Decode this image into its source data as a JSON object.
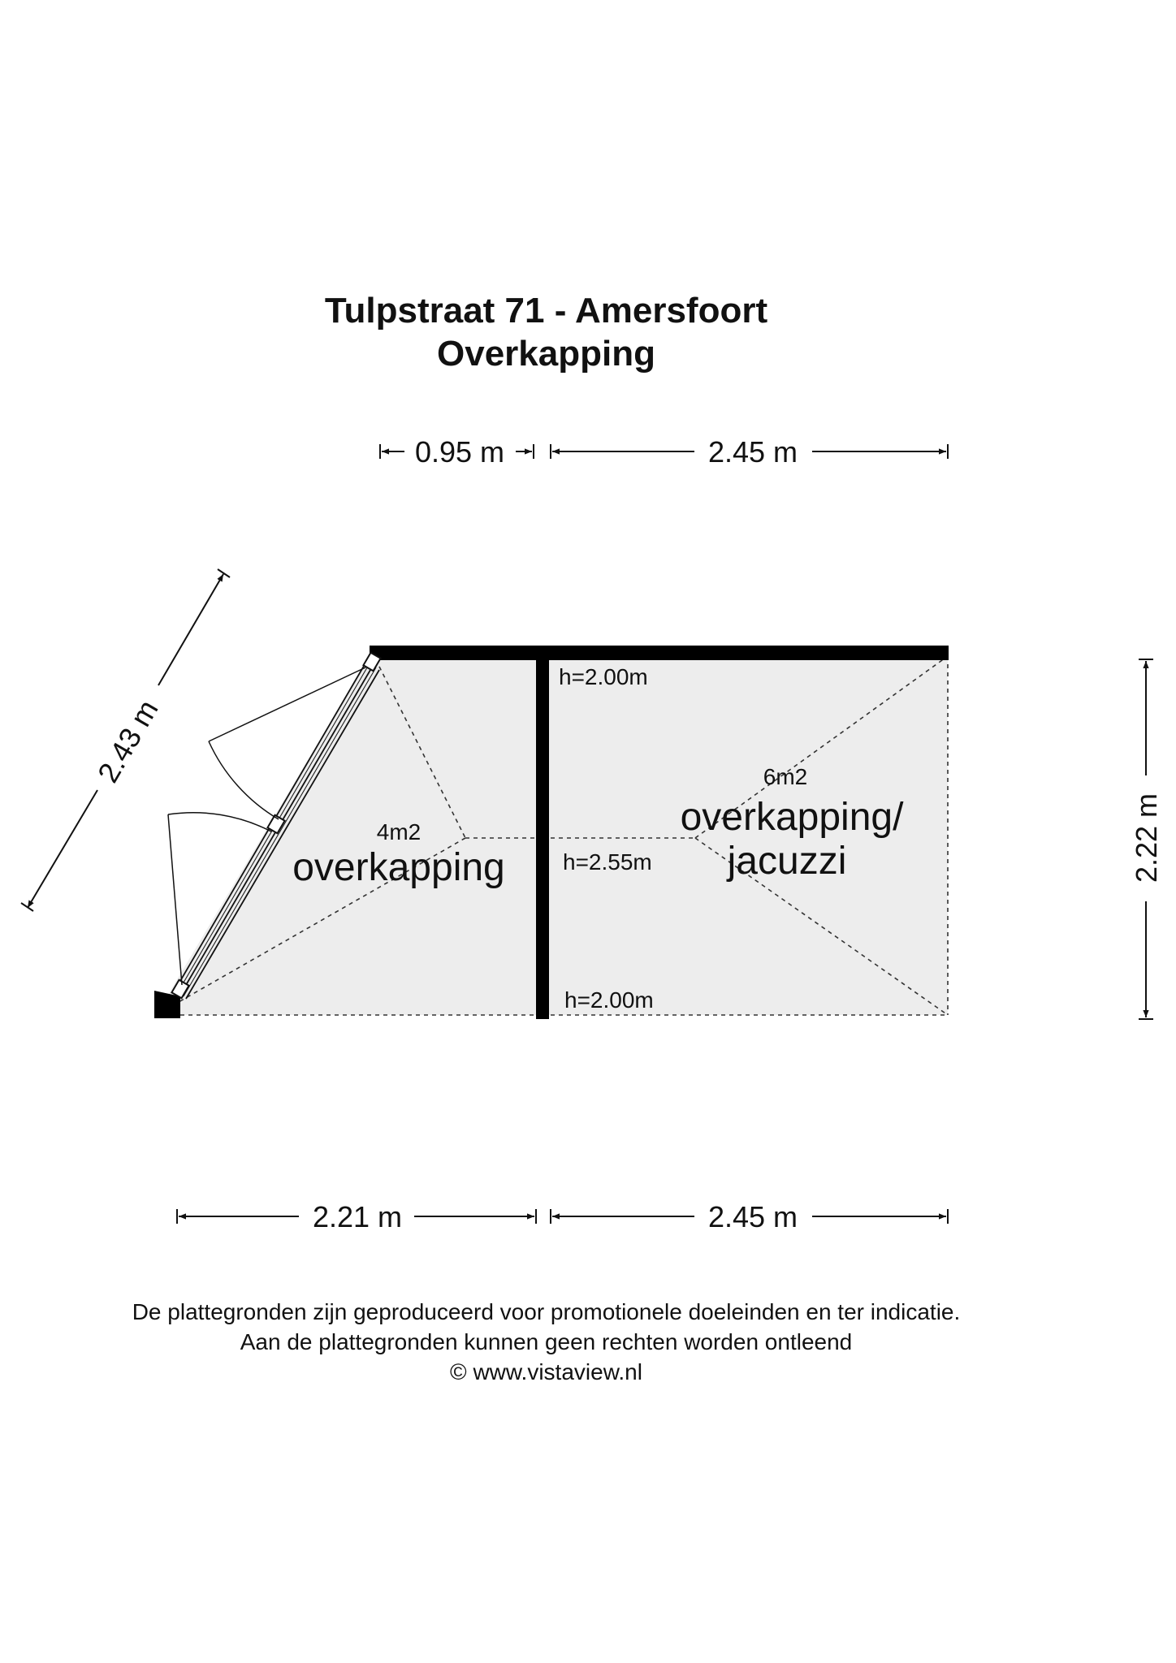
{
  "title": {
    "line1": "Tulpstraat 71 - Amersfoort",
    "line2": "Overkapping"
  },
  "dimensions": {
    "top_left": "0.95 m",
    "top_right": "2.45 m",
    "bottom_left": "2.21 m",
    "bottom_right": "2.45 m",
    "right": "2.22 m",
    "diagonal": "2.43 m"
  },
  "rooms": {
    "left": {
      "area": "4m2",
      "name": "overkapping"
    },
    "right": {
      "area": "6m2",
      "name_line1": "overkapping/",
      "name_line2": "jacuzzi"
    }
  },
  "heights": {
    "top": "h=2.00m",
    "middle": "h=2.55m",
    "bottom": "h=2.00m"
  },
  "footer": {
    "line1": "De plattegronden zijn geproduceerd voor promotionele doeleinden en ter indicatie.",
    "line2": "Aan de plattegronden kunnen geen rechten worden ontleend",
    "line3": "© www.vistaview.nl"
  }
}
